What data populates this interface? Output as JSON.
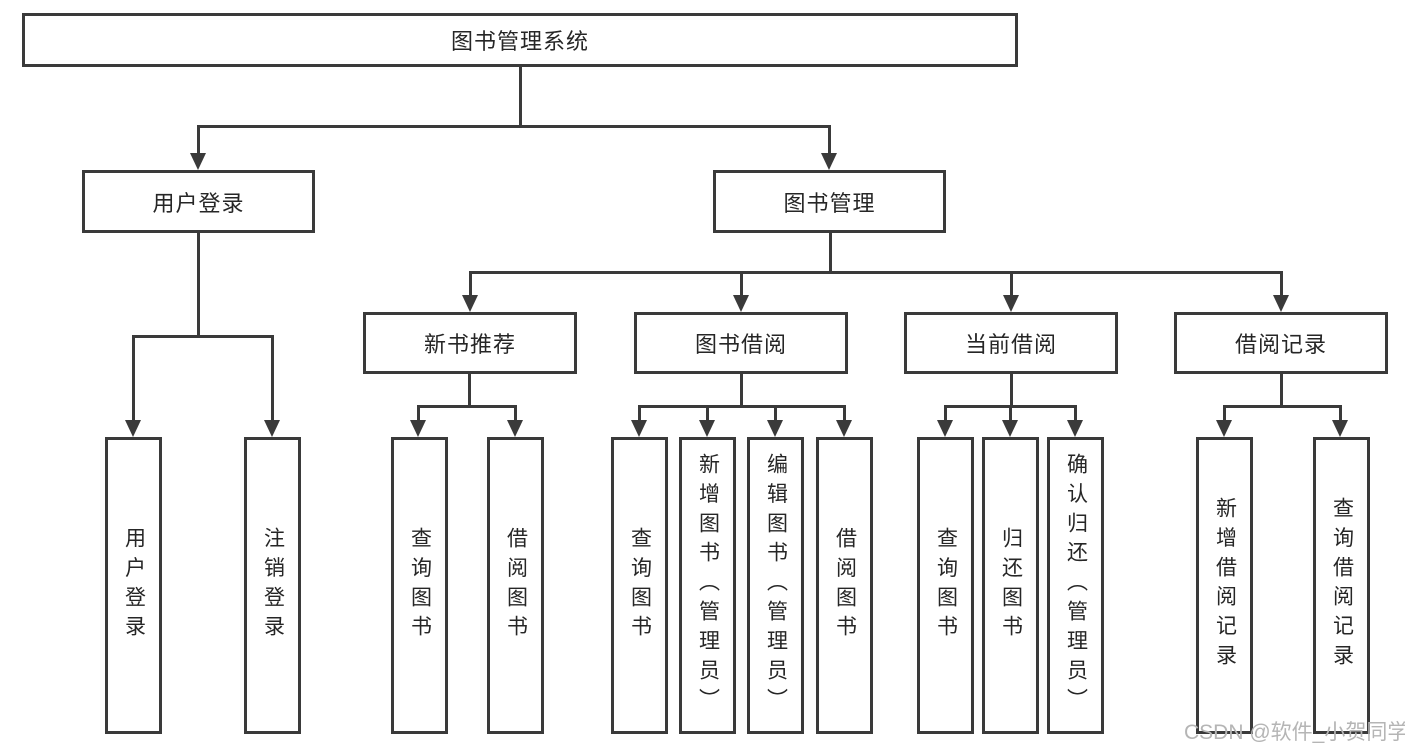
{
  "diagram": {
    "title": "图书管理系统",
    "root": {
      "label": "图书管理系统"
    },
    "level2": [
      {
        "label": "用户登录"
      },
      {
        "label": "图书管理"
      }
    ],
    "level3": [
      {
        "label": "新书推荐"
      },
      {
        "label": "图书借阅"
      },
      {
        "label": "当前借阅"
      },
      {
        "label": "借阅记录"
      }
    ],
    "leaves": {
      "login": [
        "用户登录",
        "注销登录"
      ],
      "newbook": [
        "查询图书",
        "借阅图书"
      ],
      "borrow": [
        "查询图书",
        "新增图书（管理员）",
        "编辑图书（管理员）",
        "借阅图书"
      ],
      "current": [
        "查询图书",
        "归还图书",
        "确认归还（管理员）"
      ],
      "records": [
        "新增借阅记录",
        "查询借阅记录"
      ]
    }
  },
  "watermark": {
    "text": "CSDN @软件_小贺同学"
  },
  "colors": {
    "line": "#3a3a3a",
    "text": "#262626",
    "watermark": "#b5b5b5",
    "background": "#ffffff"
  }
}
